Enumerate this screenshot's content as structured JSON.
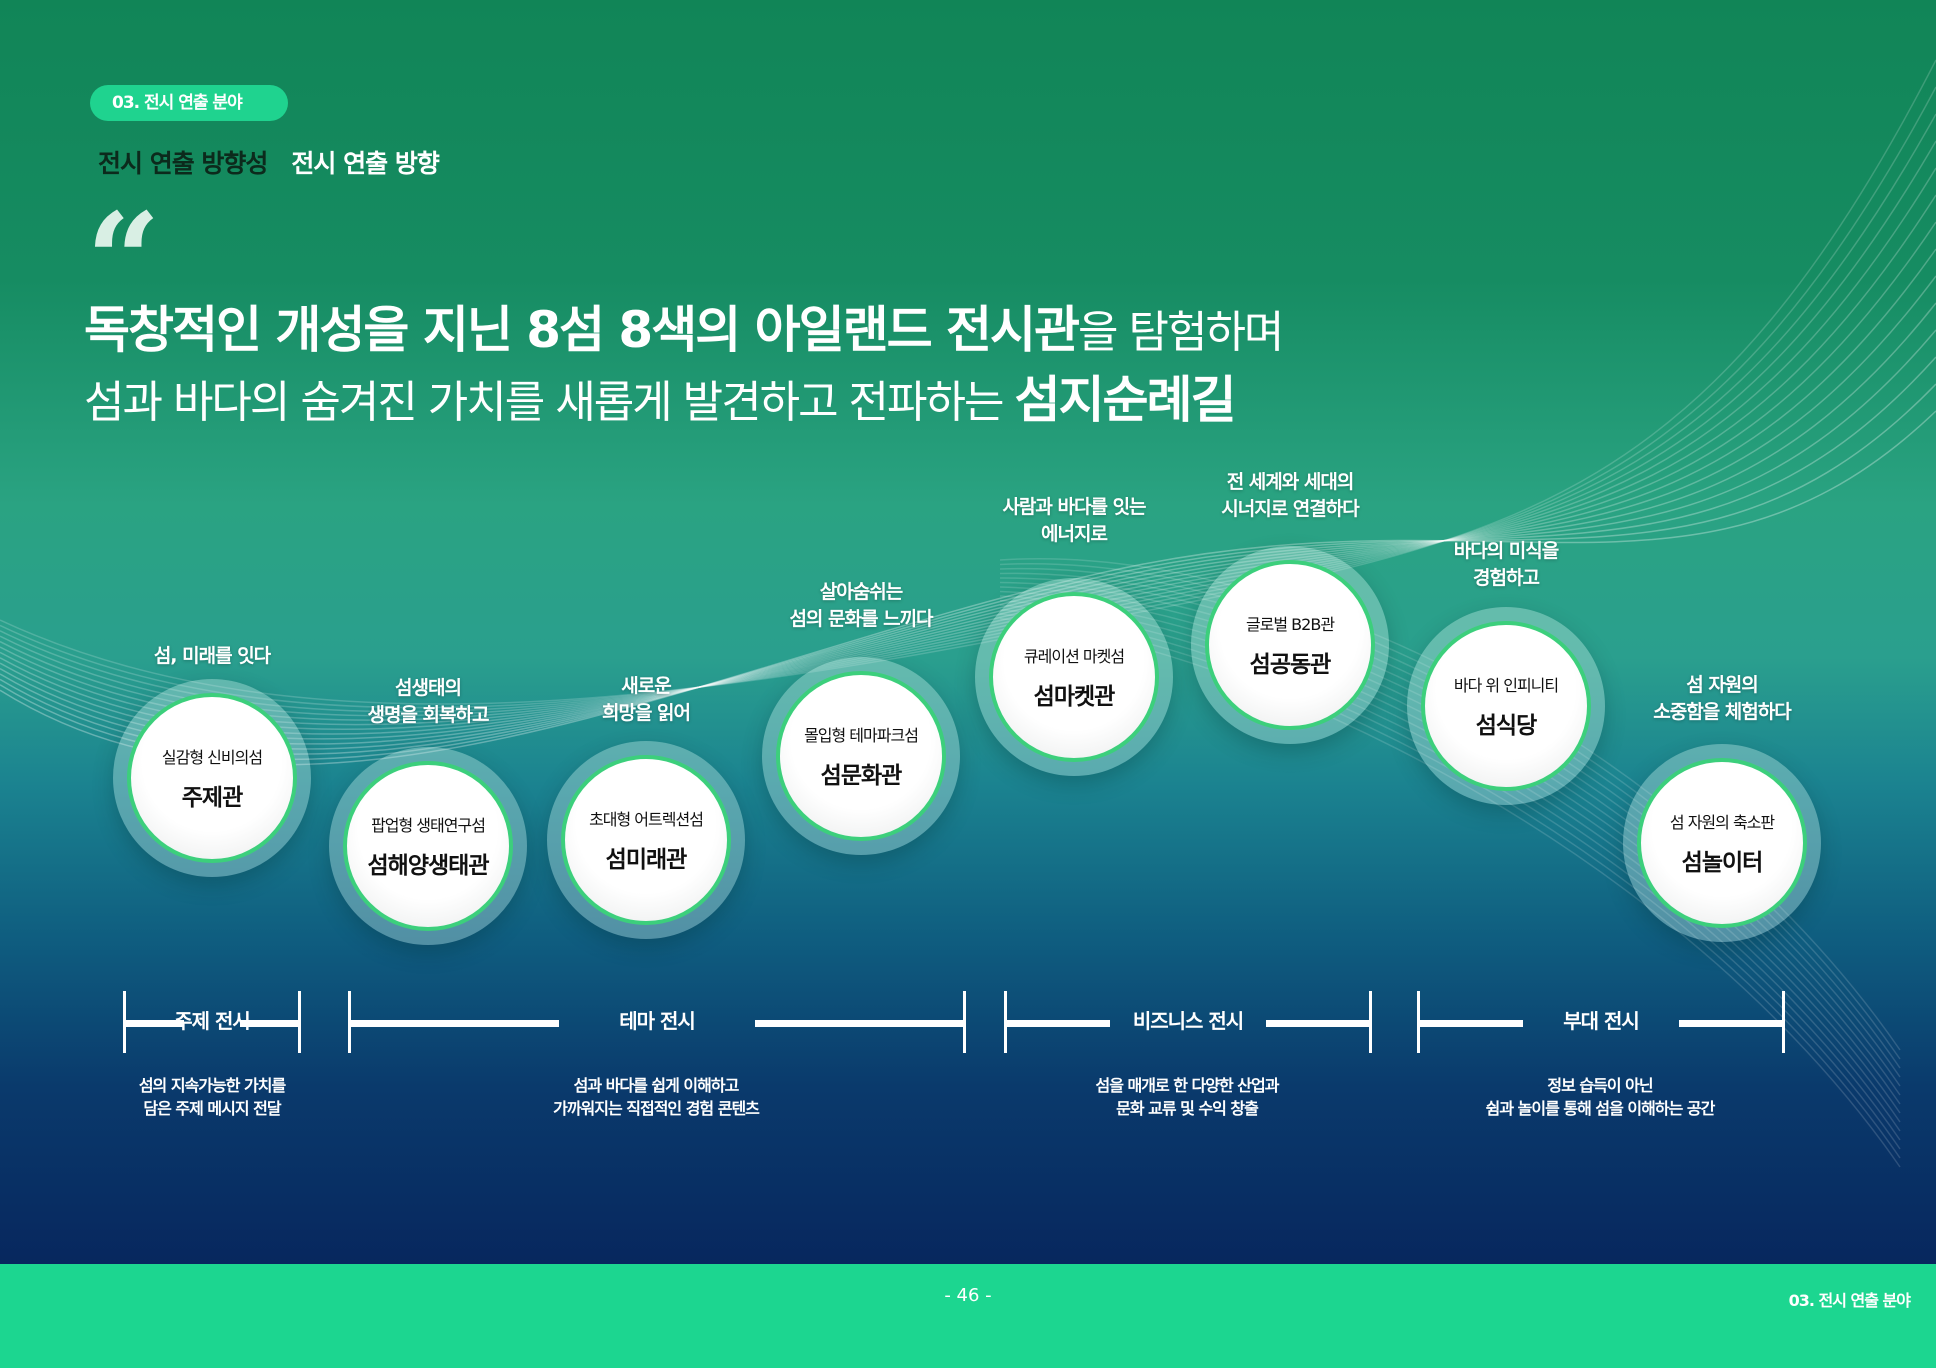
{
  "section_pill": "03. 전시 연출 분야",
  "subtitle": {
    "dark": "전시 연출 방향성",
    "light": "전시 연출 방향"
  },
  "quote_mark": "“",
  "headline": {
    "line1_bold": "독창적인 개성을 지닌 8섬 8색의 아일랜드 전시관",
    "line1_light": "을 탐험하며",
    "line2_light": "섬과 바다의 숨겨진 가치를 새롭게 발견하고 전파하는 ",
    "line2_bold": "섬지순례길"
  },
  "halls": [
    {
      "caption": "섬, 미래를 잇다",
      "type": "실감형 신비의섬",
      "name": "주제관"
    },
    {
      "caption": "섬생태의\n생명을 회복하고",
      "type": "팝업형 생태연구섬",
      "name": "섬해양생태관"
    },
    {
      "caption": "새로운\n희망을 읽어",
      "type": "초대형 어트렉션섬",
      "name": "섬미래관"
    },
    {
      "caption": "살아숨쉬는\n섬의 문화를 느끼다",
      "type": "몰입형 테마파크섬",
      "name": "섬문화관"
    },
    {
      "caption": "사람과 바다를 잇는\n에너지로",
      "type": "큐레이션 마켓섬",
      "name": "섬마켓관"
    },
    {
      "caption": "전 세계와 세대의\n시너지로 연결하다",
      "type": "글로벌 B2B관",
      "name": "섬공동관"
    },
    {
      "caption": "바다의 미식을\n경험하고",
      "type": "바다 위 인피니티",
      "name": "섬식당"
    },
    {
      "caption": "섬 자원의\n소중함을 체험하다",
      "type": "섬 자원의 축소판",
      "name": "섬놀이터"
    }
  ],
  "groups": [
    {
      "label": "주제 전시",
      "desc": "섬의 지속가능한 가치를\n담은 주제 메시지 전달"
    },
    {
      "label": "테마 전시",
      "desc": "섬과 바다를 쉽게 이해하고\n가까워지는 직접적인 경험 콘텐츠"
    },
    {
      "label": "비즈니스 전시",
      "desc": "섬을 매개로 한 다양한 산업과\n문화 교류 및 수익 창출"
    },
    {
      "label": "부대 전시",
      "desc": "정보 습득이 아닌\n쉼과 놀이를 통해 섬을 이해하는 공간"
    }
  ],
  "footer": {
    "page": "- 46 -",
    "section": "03. 전시 연출 분야"
  },
  "colors": {
    "accent": "#1cd690",
    "circle_ring": "#3ccf7c"
  }
}
